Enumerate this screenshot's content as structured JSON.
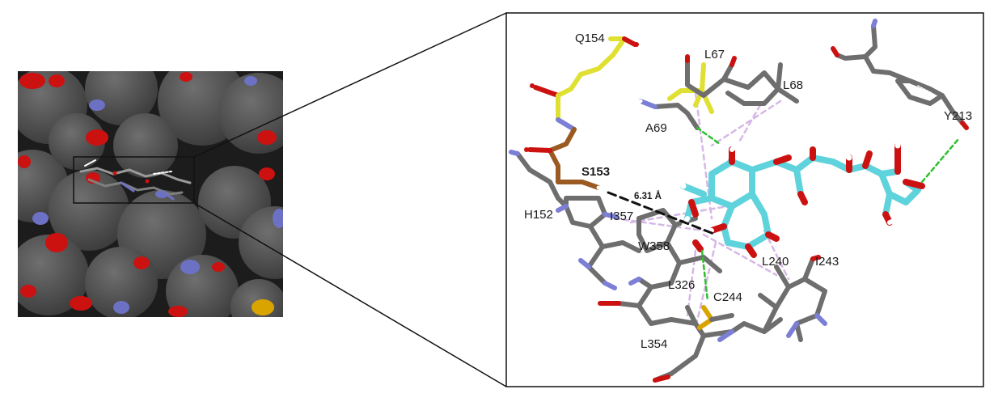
{
  "figure": {
    "colors": {
      "carbon": "#6e6e6e",
      "oxygen": "#d11a1a",
      "nitrogen": "#7b7fd6",
      "sulfur": "#d9a400",
      "ligand_carbon": "#5fd3dc",
      "highlight_yellow": "#e0e033",
      "highlight_brown": "#9a5a22",
      "hbond": "#2fbf2f",
      "hydrophobic": "#d6b8e6",
      "distance_line": "#111111"
    },
    "left_panel": {
      "content": "protein-surface-with-bound-ligand"
    },
    "right_panel": {
      "distance_label": "6.31 Å",
      "residues": {
        "q154": "Q154",
        "l67": "L67",
        "l68": "L68",
        "a69": "A69",
        "y213": "Y213",
        "s153": "S153",
        "h152": "H152",
        "i357": "I357",
        "w358": "W358",
        "l240": "L240",
        "i243": "I243",
        "l326": "L326",
        "c244": "C244",
        "l354": "L354"
      }
    }
  }
}
